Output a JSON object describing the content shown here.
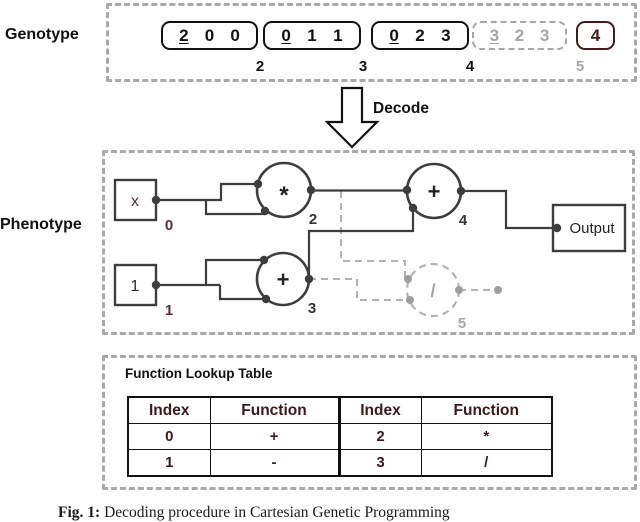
{
  "genotype": {
    "label": "Genotype",
    "genes": [
      {
        "digits": [
          "2",
          "0",
          "0"
        ],
        "index": "2",
        "state": "active"
      },
      {
        "digits": [
          "0",
          "1",
          "1"
        ],
        "index": "3",
        "state": "active"
      },
      {
        "digits": [
          "0",
          "2",
          "3"
        ],
        "index": "4",
        "state": "active"
      },
      {
        "digits": [
          "3",
          "2",
          "3"
        ],
        "index": "5",
        "state": "inactive"
      },
      {
        "digits": [
          "4"
        ],
        "state": "output"
      }
    ]
  },
  "decode": {
    "label": "Decode"
  },
  "phenotype": {
    "label": "Phenotype",
    "inputs": [
      {
        "symbol": "x",
        "index": "0"
      },
      {
        "symbol": "1",
        "index": "1"
      }
    ],
    "functions": [
      {
        "symbol": "*",
        "index": "2",
        "state": "active"
      },
      {
        "symbol": "+",
        "index": "3",
        "state": "active"
      },
      {
        "symbol": "+",
        "index": "4",
        "state": "active"
      },
      {
        "symbol": "/",
        "index": "5",
        "state": "inactive"
      }
    ],
    "output": {
      "label": "Output"
    }
  },
  "lookup": {
    "title": "Function Lookup Table",
    "headers": [
      "Index",
      "Function",
      "Index",
      "Function"
    ],
    "rows": [
      [
        "0",
        "+",
        "2",
        "*"
      ],
      [
        "1",
        "-",
        "3",
        "/"
      ]
    ]
  },
  "caption": {
    "prefix": "Fig. 1:",
    "text": "Decoding procedure in Cartesian Genetic Programming"
  },
  "colors": {
    "wire": "#3d3d3d",
    "inactive": "#a6a6a6",
    "maroon": "#3b1a1a",
    "dash_border": "#a9a9a9"
  }
}
